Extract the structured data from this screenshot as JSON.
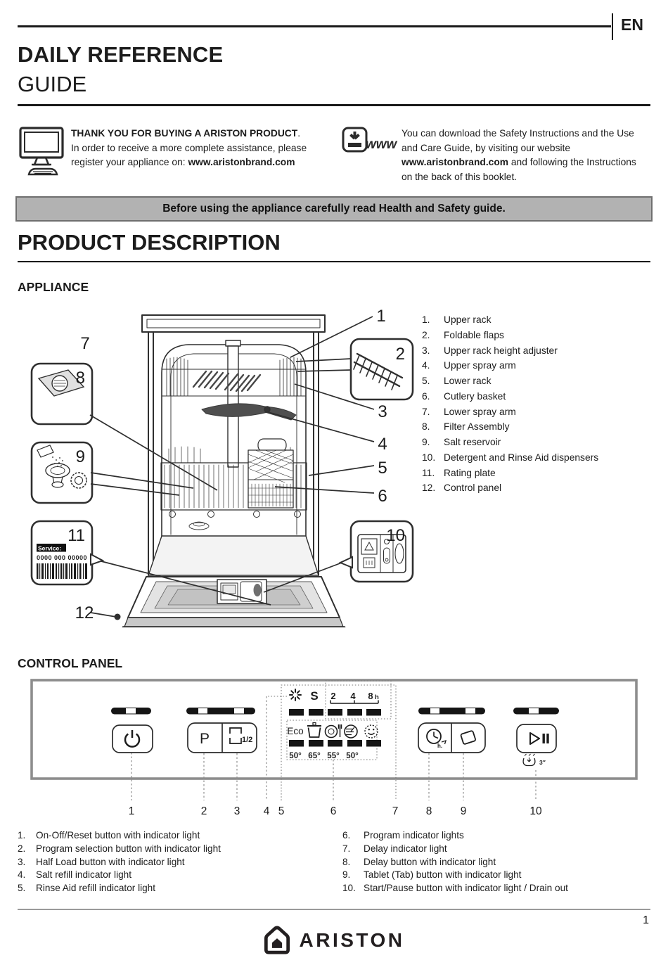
{
  "header": {
    "lang": "EN",
    "title_line1": "DAILY REFERENCE",
    "title_line2": "GUIDE"
  },
  "intro": {
    "register_bold": "THANK YOU FOR BUYING A ARISTON PRODUCT",
    "register_bold_period": ".",
    "register_line2": "In order to receive a more complete assistance, please",
    "register_line3_prefix": "register your appliance on: ",
    "register_line3_url": "www.aristonbrand.com",
    "download_www": "www",
    "download_line1": "You can download the Safety Instructions and the Use",
    "download_line2": "and Care Guide, by visiting our website",
    "download_line3_url": "www.aristonbrand.com",
    "download_line3_rest": " and following the Instructions",
    "download_line4": "on the back of this booklet."
  },
  "banner": {
    "text": "Before using the appliance carefully read Health and Safety guide."
  },
  "product": {
    "heading": "PRODUCT DESCRIPTION",
    "appliance_heading": "APPLIANCE",
    "parts": [
      {
        "n": "1.",
        "t": "Upper rack"
      },
      {
        "n": "2.",
        "t": "Foldable flaps"
      },
      {
        "n": "3.",
        "t": "Upper rack height adjuster"
      },
      {
        "n": "4.",
        "t": "Upper spray arm"
      },
      {
        "n": "5.",
        "t": "Lower rack"
      },
      {
        "n": "6.",
        "t": "Cutlery basket"
      },
      {
        "n": "7.",
        "t": "Lower spray arm"
      },
      {
        "n": "8.",
        "t": "Filter Assembly"
      },
      {
        "n": "9.",
        "t": "Salt reservoir"
      },
      {
        "n": "10.",
        "t": "Detergent and Rinse Aid dispensers"
      },
      {
        "n": "11.",
        "t": "Rating plate"
      },
      {
        "n": "12.",
        "t": "Control panel"
      }
    ]
  },
  "figure": {
    "callouts": [
      "1",
      "2",
      "3",
      "4",
      "5",
      "6",
      "7",
      "8",
      "9",
      "10",
      "11",
      "12"
    ],
    "service_label": "Service:",
    "service_number": "0000 000 00000"
  },
  "panel": {
    "heading": "CONTROL PANEL",
    "display": {
      "rinse_s": "S",
      "delay_2": "2",
      "delay_4": "4",
      "delay_8": "8",
      "delay_h": "h",
      "eco": "Eco",
      "temp_1": "50°",
      "temp_2": "65°",
      "temp_3": "55°",
      "temp_4": "50°"
    },
    "buttons": {
      "program": "P",
      "half_load": "1/2",
      "delay_unit": "h.",
      "drain_hold": "3″"
    },
    "nums": [
      "1",
      "2",
      "3",
      "4",
      "5",
      "6",
      "7",
      "8",
      "9",
      "10"
    ],
    "legend_left": [
      {
        "n": "1.",
        "t": "On-Off/Reset button with indicator light"
      },
      {
        "n": "2.",
        "t": "Program selection button with indicator light"
      },
      {
        "n": "3.",
        "t": "Half Load button with indicator light"
      },
      {
        "n": "4.",
        "t": "Salt refill indicator light"
      },
      {
        "n": "5.",
        "t": "Rinse Aid refill indicator light"
      }
    ],
    "legend_right": [
      {
        "n": "6.",
        "t": "Program indicator lights"
      },
      {
        "n": "7.",
        "t": "Delay indicator light"
      },
      {
        "n": "8.",
        "t": "Delay button with indicator light"
      },
      {
        "n": "9.",
        "t": "Tablet (Tab) button with indicator light"
      },
      {
        "n": "10.",
        "t": "Start/Pause button with indicator light / Drain out"
      }
    ]
  },
  "footer": {
    "brand": "ARISTON",
    "page": "1"
  }
}
